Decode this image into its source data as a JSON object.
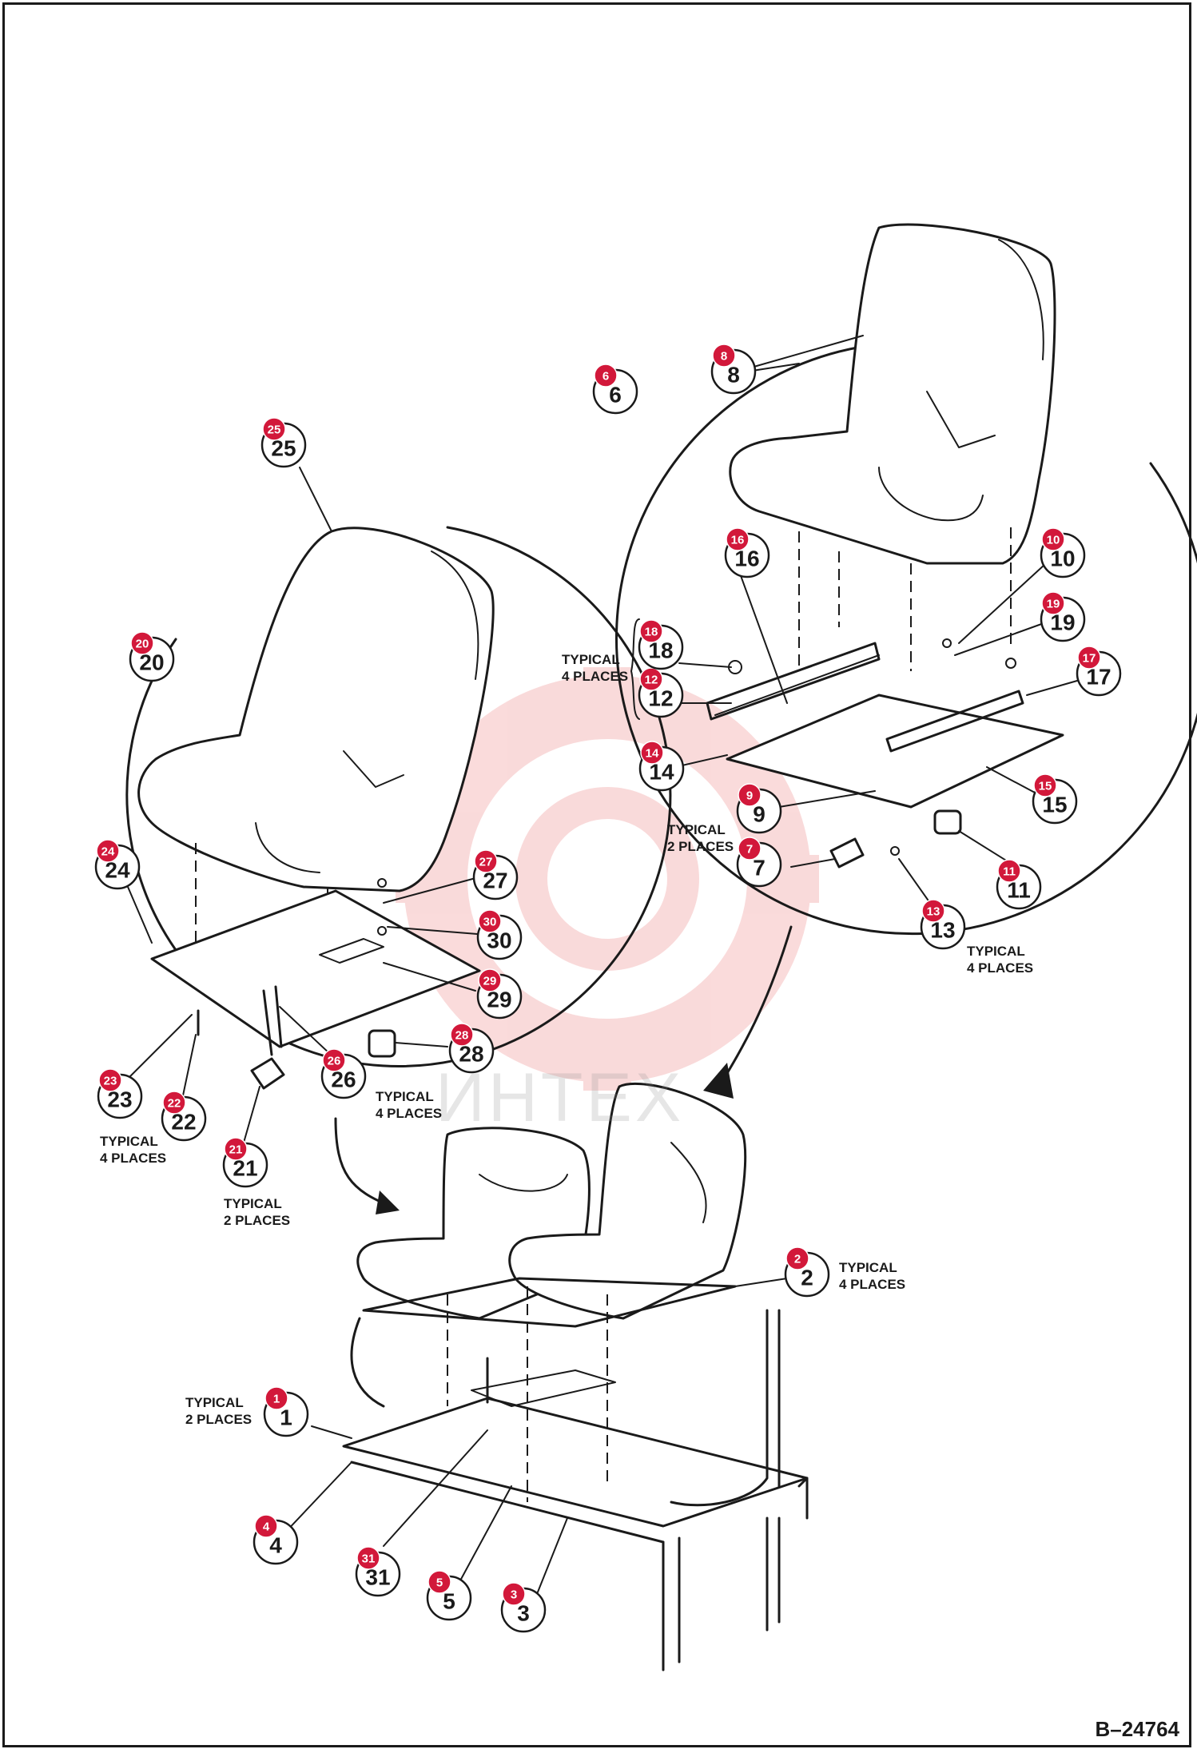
{
  "drawing_number": "B–24764",
  "watermark_text": "ИНТЕХ",
  "colors": {
    "marker": "#d2183a",
    "ink": "#1a1a1a",
    "watermark": "#f0a0a0"
  },
  "callouts": [
    {
      "n": "1",
      "marker": "1"
    },
    {
      "n": "2",
      "marker": "2"
    },
    {
      "n": "3",
      "marker": "3"
    },
    {
      "n": "4",
      "marker": "4"
    },
    {
      "n": "5",
      "marker": "5"
    },
    {
      "n": "6",
      "marker": "6"
    },
    {
      "n": "7",
      "marker": "7"
    },
    {
      "n": "8",
      "marker": "8"
    },
    {
      "n": "9",
      "marker": "9"
    },
    {
      "n": "10",
      "marker": "10"
    },
    {
      "n": "11",
      "marker": "11"
    },
    {
      "n": "12",
      "marker": "12"
    },
    {
      "n": "13",
      "marker": "13"
    },
    {
      "n": "14",
      "marker": "14"
    },
    {
      "n": "15",
      "marker": "15"
    },
    {
      "n": "16",
      "marker": "16"
    },
    {
      "n": "17",
      "marker": "17"
    },
    {
      "n": "18",
      "marker": "18"
    },
    {
      "n": "19",
      "marker": "19"
    },
    {
      "n": "20",
      "marker": "20"
    },
    {
      "n": "21",
      "marker": "21"
    },
    {
      "n": "22",
      "marker": "22"
    },
    {
      "n": "23",
      "marker": "23"
    },
    {
      "n": "24",
      "marker": "24"
    },
    {
      "n": "25",
      "marker": "25"
    },
    {
      "n": "26",
      "marker": "26"
    },
    {
      "n": "27",
      "marker": "27"
    },
    {
      "n": "28",
      "marker": "28"
    },
    {
      "n": "29",
      "marker": "29"
    },
    {
      "n": "30",
      "marker": "30"
    },
    {
      "n": "31",
      "marker": "31"
    }
  ],
  "notes": {
    "typical_4_places_top": "TYPICAL\n4 PLACES",
    "typical_2_places_right": "TYPICAL\n2 PLACES",
    "typical_4_places_13": "TYPICAL\n4 PLACES",
    "typical_4_places_28": "TYPICAL\n4 PLACES",
    "typical_4_places_22": "TYPICAL\n4 PLACES",
    "typical_2_places_21": "TYPICAL\n2 PLACES",
    "typical_4_places_2": "TYPICAL\n4 PLACES",
    "typical_2_places_1": "TYPICAL\n2 PLACES"
  }
}
